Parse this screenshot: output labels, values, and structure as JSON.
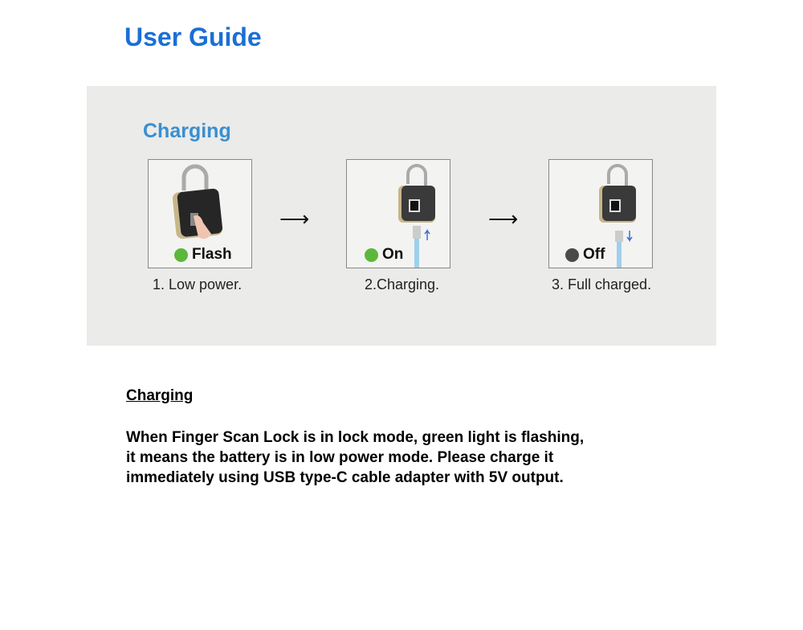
{
  "title": "User Guide",
  "panel": {
    "heading": "Charging",
    "steps": [
      {
        "indicator": "Flash",
        "indicator_color": "#5cb83a",
        "caption": "1. Low power."
      },
      {
        "indicator": "On",
        "indicator_color": "#5cb83a",
        "caption": "2.Charging."
      },
      {
        "indicator": "Off",
        "indicator_color": "#4a4a4a",
        "caption": "3. Full charged."
      }
    ],
    "arrow": "⟶"
  },
  "section": {
    "heading": "Charging",
    "lines": [
      "When Finger Scan Lock is in lock mode, green light is flashing,",
      "it means the battery is in low power mode.  Please charge it",
      "immediately using USB type-C cable adapter with 5V output."
    ]
  }
}
